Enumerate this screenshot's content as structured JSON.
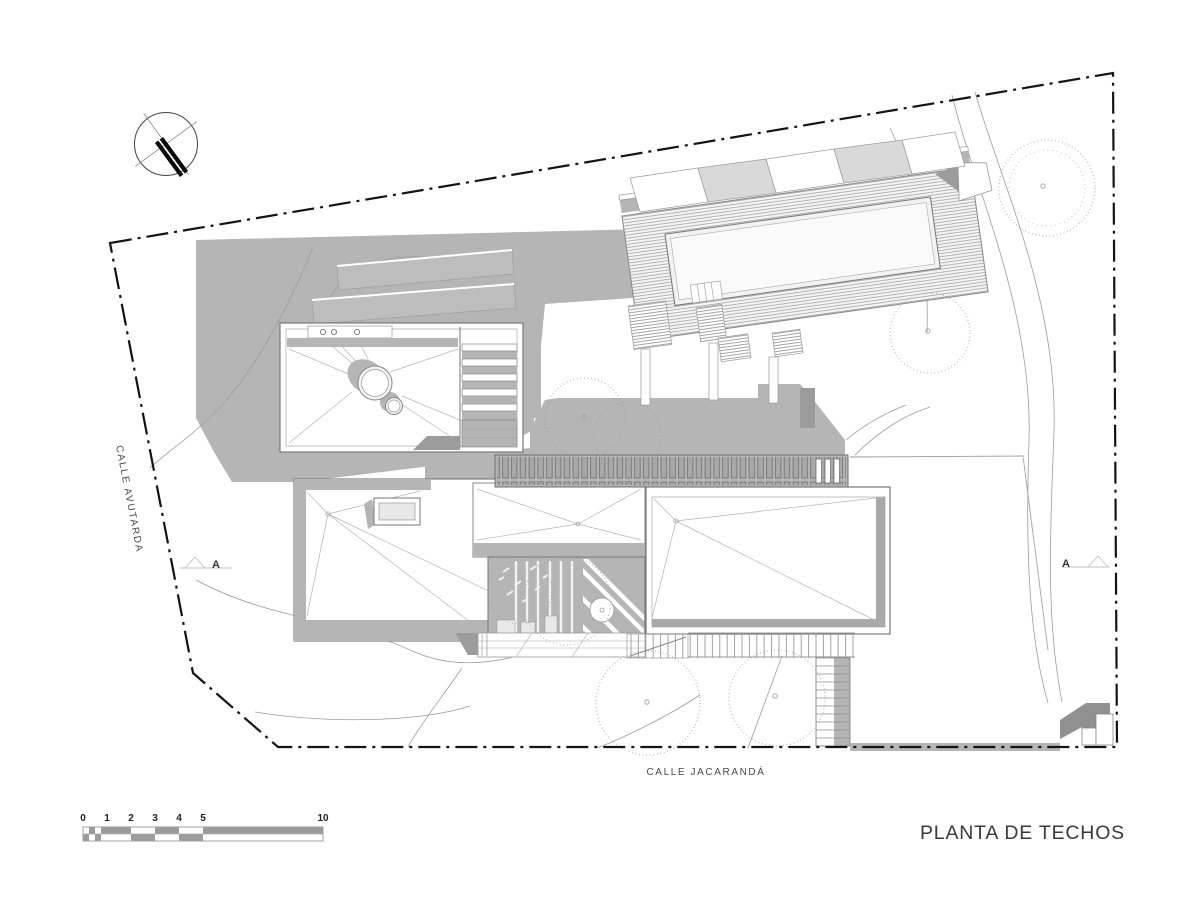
{
  "drawing": {
    "title": "PLANTA DE TECHOS",
    "type": "architectural roof plan"
  },
  "streets": {
    "left_street": "CALLE AVUTARDA",
    "bottom_street": "CALLE JACARANDÁ"
  },
  "section_markers": {
    "left": "A",
    "right": "A"
  },
  "scale_bar": {
    "labels": [
      "0",
      "1",
      "2",
      "3",
      "4",
      "5",
      "10"
    ]
  },
  "icons": {
    "north_arrow": "compass-circle-with-black-needle"
  },
  "colors": {
    "terrain_gray": "#b5b5b5",
    "dark_gray": "#9c9c9c",
    "line_gray": "#8a8a8a",
    "boundary_black": "#141414",
    "pool_fill": "#f2f2f2",
    "text_dark": "#3a3a3a"
  }
}
